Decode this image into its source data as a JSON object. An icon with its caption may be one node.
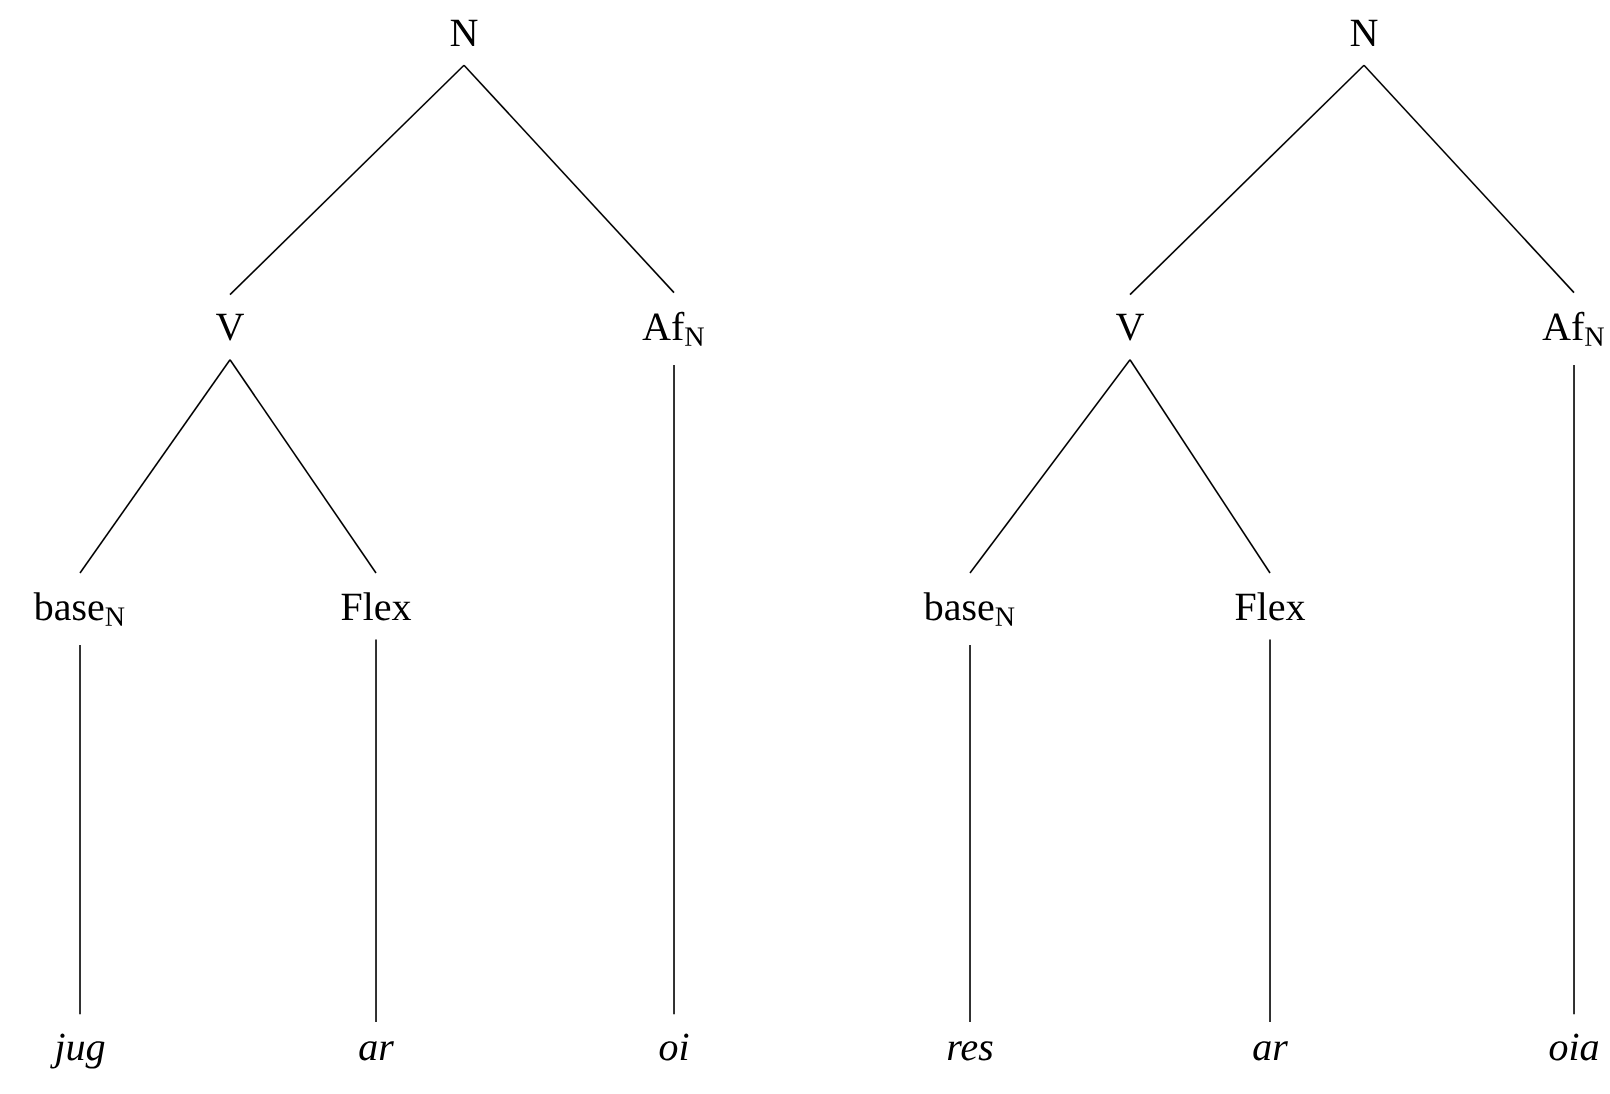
{
  "diagram": {
    "nodes": [
      {
        "text": [
          "N"
        ]
      },
      {
        "text": [
          "V"
        ]
      },
      {
        "text": [
          "Af$_{N}$"
        ]
      },
      {
        "text": [
          "base$_{N}$"
        ]
      },
      {
        "text": [
          "Flex"
        ]
      },
      {
        "text": [
          "jug"
        ]
      },
      {
        "text": [
          "ar"
        ]
      },
      {
        "text": [
          "oi"
        ]
      },
      {
        "text": [
          "N"
        ]
      },
      {
        "text": [
          "V"
        ]
      },
      {
        "text": [
          "Af$_{N}$"
        ]
      },
      {
        "text": [
          "base$_{N}$"
        ]
      },
      {
        "text": [
          "Flex"
        ]
      },
      {
        "text": [
          "res"
        ]
      },
      {
        "text": [
          "ar"
        ]
      },
      {
        "text": [
          "oia"
        ]
      }
    ],
    "edges": [
      {
        "from": 0,
        "to": 1,
        "arrow": "none"
      },
      {
        "from": 0,
        "to": 2,
        "arrow": "none"
      },
      {
        "from": 1,
        "to": 3,
        "arrow": "none"
      },
      {
        "from": 1,
        "to": 4,
        "arrow": "none"
      },
      {
        "from": 3,
        "to": 5,
        "arrow": "none"
      },
      {
        "from": 4,
        "to": 6,
        "arrow": "none"
      },
      {
        "from": 2,
        "to": 7,
        "arrow": "none"
      },
      {
        "from": 8,
        "to": 9,
        "arrow": "none"
      },
      {
        "from": 8,
        "to": 10,
        "arrow": "none"
      },
      {
        "from": 9,
        "to": 11,
        "arrow": "none"
      },
      {
        "from": 9,
        "to": 12,
        "arrow": "none"
      },
      {
        "from": 11,
        "to": 13,
        "arrow": "none"
      },
      {
        "from": 12,
        "to": 14,
        "arrow": "none"
      },
      {
        "from": 10,
        "to": 15,
        "arrow": "none"
      }
    ]
  }
}
